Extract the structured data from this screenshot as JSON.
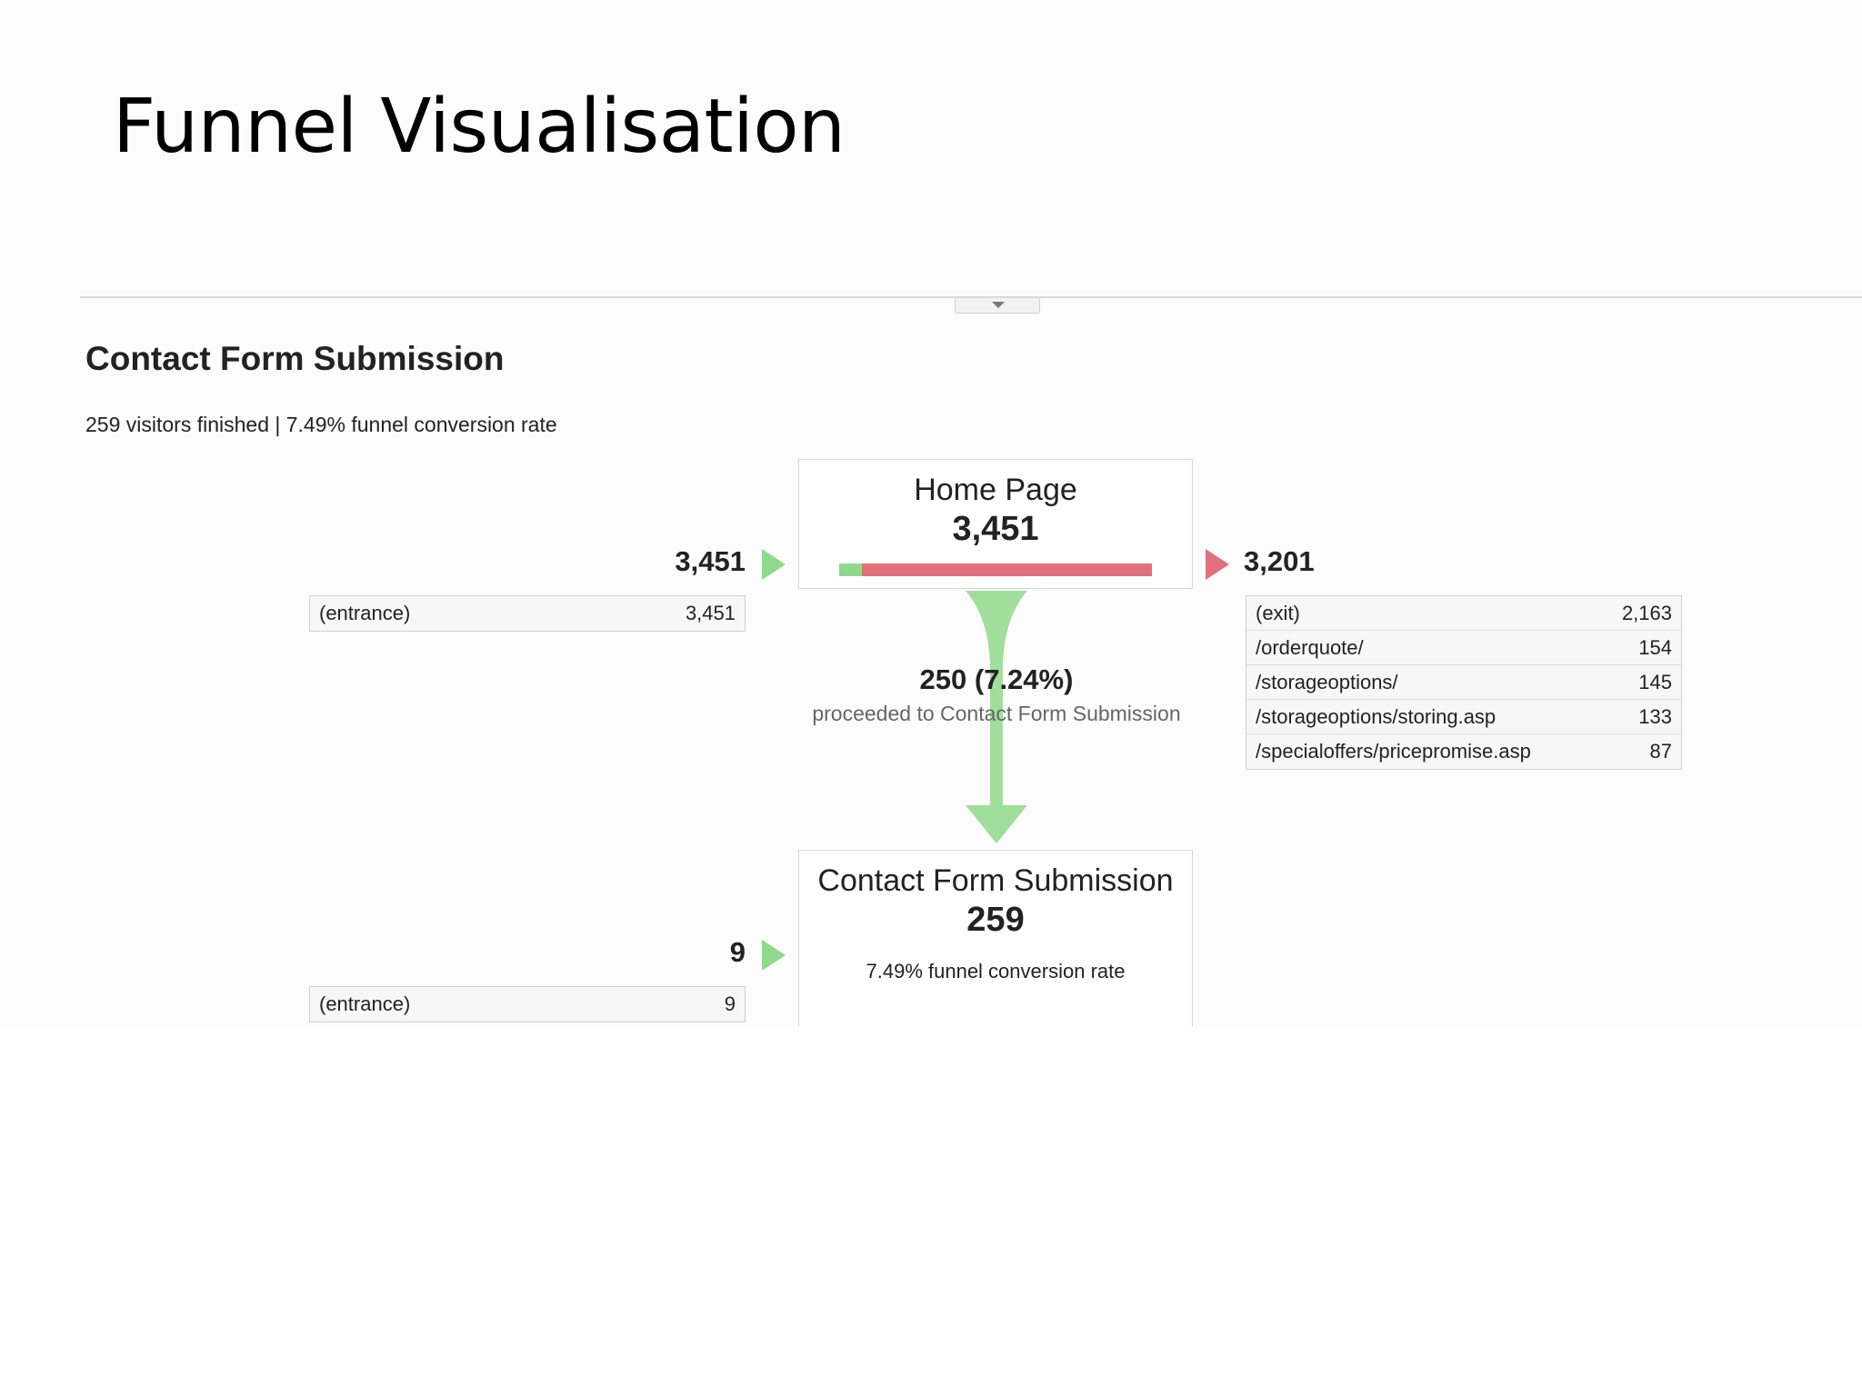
{
  "slide": {
    "title": "Funnel Visualisation"
  },
  "report": {
    "title": "Contact Form Submission",
    "summary": "259 visitors finished | 7.49% funnel conversion rate"
  },
  "step1": {
    "name": "Home Page",
    "count": "3,451",
    "entrances_total": "3,451",
    "exits_total": "3,201",
    "entrances": [
      {
        "label": "(entrance)",
        "value": "3,451"
      }
    ],
    "exits": [
      {
        "label": "(exit)",
        "value": "2,163"
      },
      {
        "label": "/orderquote/",
        "value": "154"
      },
      {
        "label": "/storageoptions/",
        "value": "145"
      },
      {
        "label": "/storageoptions/storing.asp",
        "value": "133"
      },
      {
        "label": "/specialoffers/pricepromise.asp",
        "value": "87"
      }
    ],
    "proceeded_fraction": 0.0724,
    "proceeded_count": "250 (7.24%)",
    "proceeded_text": "proceeded to Contact Form Submission"
  },
  "step2": {
    "name": "Contact Form Submission",
    "count": "259",
    "entrances_total": "9",
    "entrances": [
      {
        "label": "(entrance)",
        "value": "9"
      }
    ],
    "conversion_text": "7.49% funnel conversion rate"
  },
  "colors": {
    "proceed": "#8fd98a",
    "exit": "#e0707a"
  }
}
